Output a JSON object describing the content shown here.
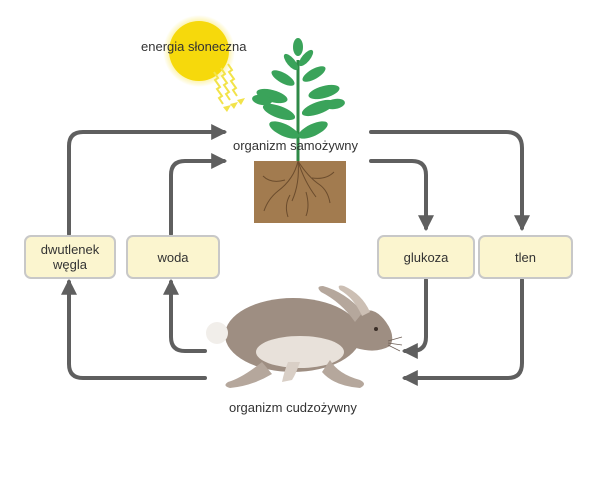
{
  "labels": {
    "sun": "energia słoneczna",
    "autotroph": "organizm samożywny",
    "heterotroph": "organizm cudzożywny"
  },
  "boxes": {
    "co2": "dwutlenek\nwęgla",
    "water": "woda",
    "glucose": "glukoza",
    "oxygen": "tlen"
  },
  "colors": {
    "arrow": "#5f5f5f",
    "box_fill": "#fbf5cf",
    "box_border": "#c8c8c8",
    "sun": "#f6d90c",
    "soil": "#a27b4f",
    "leaf": "#3aa35a",
    "rabbit": "#9e8e82"
  }
}
